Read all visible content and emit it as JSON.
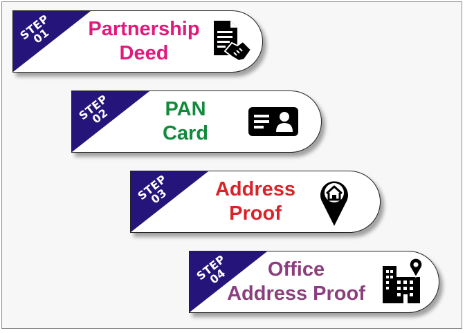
{
  "steps": [
    {
      "step_label": "STEP",
      "number": "01",
      "title_line1": "Partnership",
      "title_line2": "Deed",
      "color": "#e0197d",
      "icon": "deed-handshake-icon"
    },
    {
      "step_label": "STEP",
      "number": "02",
      "title_line1": "PAN",
      "title_line2": "Card",
      "color": "#128a3c",
      "icon": "id-card-icon"
    },
    {
      "step_label": "STEP",
      "number": "03",
      "title_line1": "Address",
      "title_line2": "Proof",
      "color": "#d8232a",
      "icon": "home-location-pin-icon"
    },
    {
      "step_label": "STEP",
      "number": "04",
      "title_line1": "Office",
      "title_line2": "Address Proof",
      "color": "#8b3f7e",
      "icon": "office-building-pin-icon"
    }
  ],
  "colors": {
    "corner": "#25157a",
    "icon": "#000000"
  }
}
